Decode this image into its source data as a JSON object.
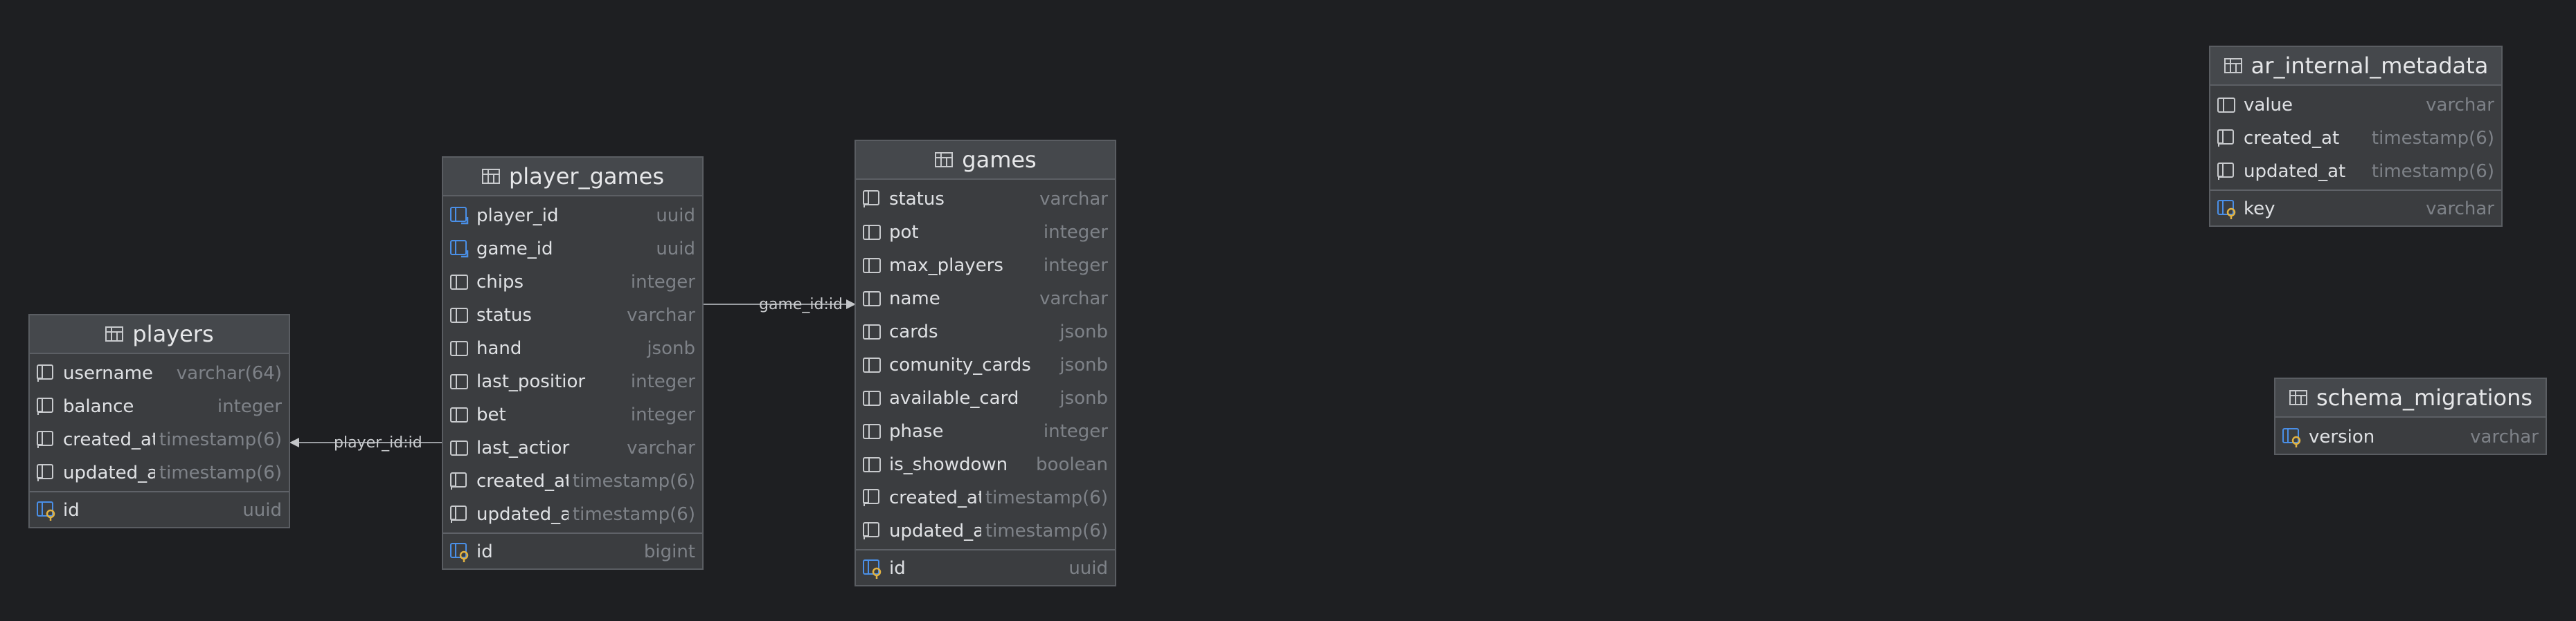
{
  "tables": {
    "players": {
      "title": "players",
      "columns": [
        {
          "name": "username",
          "type": "varchar(64)",
          "icon": "column-index-icon"
        },
        {
          "name": "balance",
          "type": "integer",
          "icon": "column-index-icon"
        },
        {
          "name": "created_at",
          "type": "timestamp(6)",
          "icon": "column-index-icon"
        },
        {
          "name": "updated_at",
          "type": "timestamp(6)",
          "icon": "column-index-icon"
        }
      ],
      "keys": [
        {
          "name": "id",
          "type": "uuid",
          "icon": "primary-key-icon"
        }
      ]
    },
    "player_games": {
      "title": "player_games",
      "columns": [
        {
          "name": "player_id",
          "type": "uuid",
          "icon": "foreign-key-icon"
        },
        {
          "name": "game_id",
          "type": "uuid",
          "icon": "foreign-key-icon"
        },
        {
          "name": "chips",
          "type": "integer",
          "icon": "column-icon"
        },
        {
          "name": "status",
          "type": "varchar",
          "icon": "column-icon"
        },
        {
          "name": "hand",
          "type": "jsonb",
          "icon": "column-icon"
        },
        {
          "name": "last_positior",
          "type": "integer",
          "icon": "column-icon"
        },
        {
          "name": "bet",
          "type": "integer",
          "icon": "column-icon"
        },
        {
          "name": "last_actior",
          "type": "varchar",
          "icon": "column-icon"
        },
        {
          "name": "created_at",
          "type": "timestamp(6)",
          "icon": "column-index-icon"
        },
        {
          "name": "updated_at",
          "type": "timestamp(6)",
          "icon": "column-index-icon"
        }
      ],
      "keys": [
        {
          "name": "id",
          "type": "bigint",
          "icon": "primary-key-icon"
        }
      ]
    },
    "games": {
      "title": "games",
      "columns": [
        {
          "name": "status",
          "type": "varchar",
          "icon": "column-index-icon"
        },
        {
          "name": "pot",
          "type": "integer",
          "icon": "column-icon"
        },
        {
          "name": "max_players",
          "type": "integer",
          "icon": "column-icon"
        },
        {
          "name": "name",
          "type": "varchar",
          "icon": "column-icon"
        },
        {
          "name": "cards",
          "type": "jsonb",
          "icon": "column-icon"
        },
        {
          "name": "comunity_cards",
          "type": "jsonb",
          "icon": "column-icon"
        },
        {
          "name": "available_card",
          "type": "jsonb",
          "icon": "column-icon"
        },
        {
          "name": "phase",
          "type": "integer",
          "icon": "column-icon"
        },
        {
          "name": "is_showdown",
          "type": "boolean",
          "icon": "column-icon"
        },
        {
          "name": "created_at",
          "type": "timestamp(6)",
          "icon": "column-index-icon"
        },
        {
          "name": "updated_at",
          "type": "timestamp(6)",
          "icon": "column-index-icon"
        }
      ],
      "keys": [
        {
          "name": "id",
          "type": "uuid",
          "icon": "primary-key-icon"
        }
      ]
    },
    "ar_internal_metadata": {
      "title": "ar_internal_metadata",
      "columns": [
        {
          "name": "value",
          "type": "varchar",
          "icon": "column-icon"
        },
        {
          "name": "created_at",
          "type": "timestamp(6)",
          "icon": "column-index-icon"
        },
        {
          "name": "updated_at",
          "type": "timestamp(6)",
          "icon": "column-index-icon"
        }
      ],
      "keys": [
        {
          "name": "key",
          "type": "varchar",
          "icon": "primary-key-icon"
        }
      ]
    },
    "schema_migrations": {
      "title": "schema_migrations",
      "columns": [],
      "keys": [
        {
          "name": "version",
          "type": "varchar",
          "icon": "primary-key-icon"
        }
      ]
    }
  },
  "relations": [
    {
      "label": "player_id:id",
      "from": "player_games",
      "to": "players"
    },
    {
      "label": "game_id:id",
      "from": "player_games",
      "to": "games"
    }
  ],
  "colors": {
    "background": "#1e1f22",
    "table_body": "#3b3d40",
    "table_header": "#45484c",
    "key_icon": "#e3b341",
    "fk_icon": "#4a8fe7"
  }
}
